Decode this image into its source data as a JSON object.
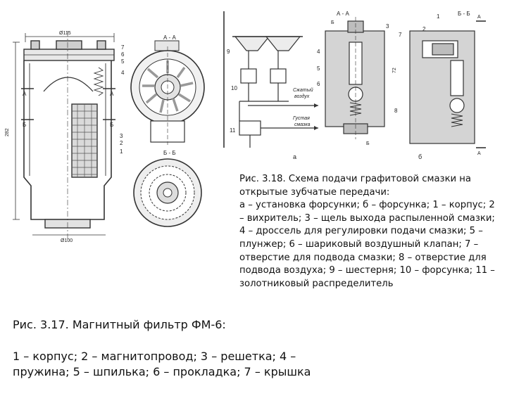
{
  "fig317": {
    "caption_title": "Рис. 3.17. Магнитный фильтр ФМ-6:",
    "caption_body": "1 – корпус; 2 – магнитопровод; 3 – решетка; 4 – пружина; 5 – шпилька; 6 – прокладка; 7 – крышка",
    "dim_top": "Ø115",
    "dim_bottom": "Ø100",
    "dim_height": "282",
    "section_aa_title": "А - А",
    "section_bb_title": "Б - Б",
    "section_marks": [
      "А",
      "Б",
      "А",
      "Б"
    ],
    "part_numbers": [
      "7",
      "6",
      "5",
      "4",
      "3",
      "2",
      "1"
    ]
  },
  "fig318": {
    "caption": "Рис. 3.18. Схема подачи графитовой смазки на открытые зубчатые передачи:\nа – установка форсунки; б – форсунка; 1 – корпус; 2 – вихритель; 3 – щель выхода распыленной смазки;\n4 – дроссель для регулировки подачи смазки; 5 – плунжер; 6 – шариковый воздушный клапан; 7 – отверстие для подвода смазки; 8 – отверстие для подвода воздуха; 9 – шестерня; 10 – форсунка; 11 – золотниковый распределитель",
    "scheme_labels": {
      "gear": "9",
      "nozzle": "10",
      "distributor": "11",
      "air_line_1": "Сжатый",
      "air_line_2": "воздух",
      "grease_line_1": "Густая",
      "grease_line_2": "смазка",
      "sub_a": "а",
      "sub_b": "б"
    },
    "section_aa_title": "А - А",
    "section_bb_title": "Б - Б",
    "part_numbers_left": [
      "3",
      "7",
      "4",
      "5",
      "6",
      "8"
    ],
    "part_numbers_right": [
      "1",
      "2"
    ],
    "section_marks": [
      "Б",
      "Б",
      "А",
      "А"
    ],
    "dim_72": "72"
  }
}
